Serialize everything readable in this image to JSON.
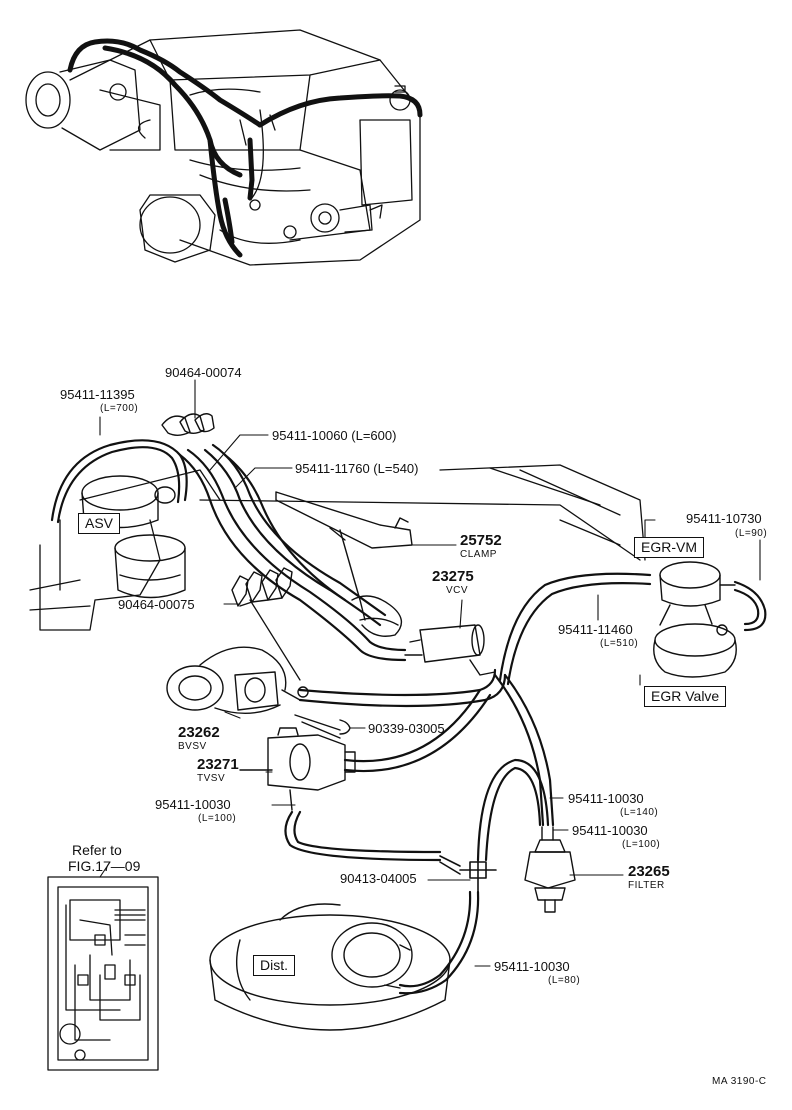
{
  "callouts": [
    {
      "id": "p1",
      "part": "90464-00074",
      "note": ""
    },
    {
      "id": "p2",
      "part": "95411-11395",
      "note": "(L=700)"
    },
    {
      "id": "p3",
      "part": "95411-10060 (L=600)",
      "note": ""
    },
    {
      "id": "p4",
      "part": "95411-11760 (L=540)",
      "note": ""
    },
    {
      "id": "p5",
      "part": "25752",
      "note": "CLAMP"
    },
    {
      "id": "p6",
      "part": "23275",
      "note": "VCV"
    },
    {
      "id": "p7",
      "part": "90464-00075",
      "note": ""
    },
    {
      "id": "p8",
      "part": "95411-10730",
      "note": "(L=90)"
    },
    {
      "id": "p9",
      "part": "95411-11460",
      "note": "(L=510)"
    },
    {
      "id": "p10",
      "part": "23262",
      "note": "BVSV"
    },
    {
      "id": "p11",
      "part": "90339-03005",
      "note": ""
    },
    {
      "id": "p12",
      "part": "23271",
      "note": "TVSV"
    },
    {
      "id": "p13",
      "part": "95411-10030",
      "note": "(L=100)"
    },
    {
      "id": "p14",
      "part": "95411-10030",
      "note": "(L=140)"
    },
    {
      "id": "p15",
      "part": "95411-10030",
      "note": "(L=100)"
    },
    {
      "id": "p16",
      "part": "90413-04005",
      "note": ""
    },
    {
      "id": "p17",
      "part": "23265",
      "note": "FILTER"
    },
    {
      "id": "p18",
      "part": "95411-10030",
      "note": "(L=80)"
    }
  ],
  "boxes": {
    "asv": "ASV",
    "egr_vm": "EGR-VM",
    "egr_valve": "EGR Valve",
    "dist": "Dist."
  },
  "reference": {
    "line1": "Refer to",
    "line2": "FIG.17—09"
  },
  "figure_code": "MA 3190-C"
}
